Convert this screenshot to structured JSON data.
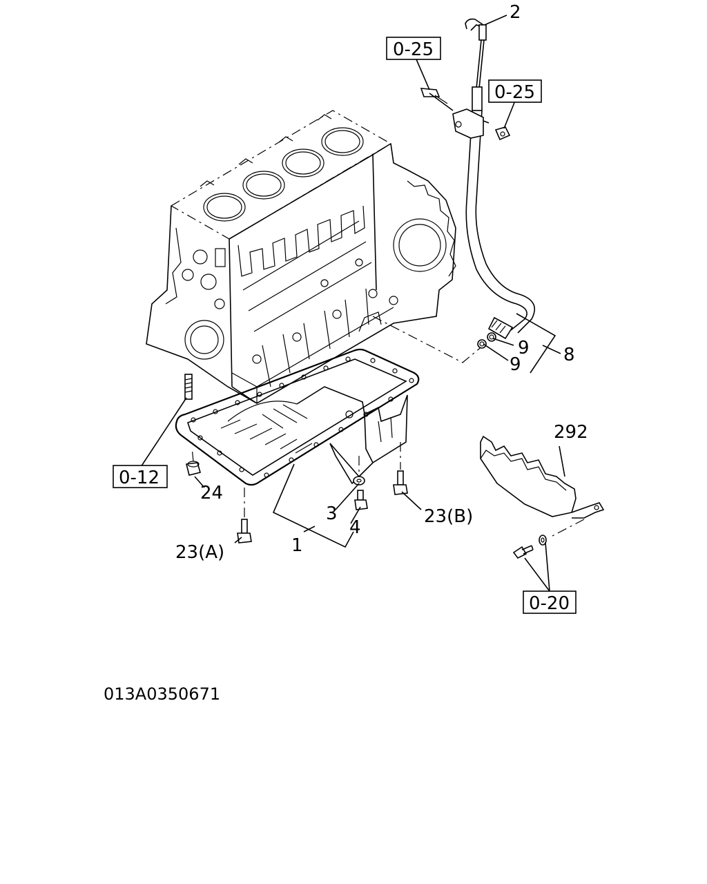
{
  "diagram": {
    "callouts": {
      "dipstick": "2",
      "oil_pan": "1",
      "drain_washer": "3",
      "drain_plug": "4",
      "guide_tube": "8",
      "o_ring_upper": "9",
      "o_ring_lower": "9",
      "bolt_a": "23(A)",
      "bolt_b": "23(B)",
      "nut": "24",
      "heat_shield": "292"
    },
    "references": {
      "ref_bracket_bolt": "0-25",
      "ref_bracket_nut": "0-25",
      "ref_stud": "0-12",
      "ref_shield_bolt": "0-20"
    },
    "drawing_code": "013A0350671"
  }
}
